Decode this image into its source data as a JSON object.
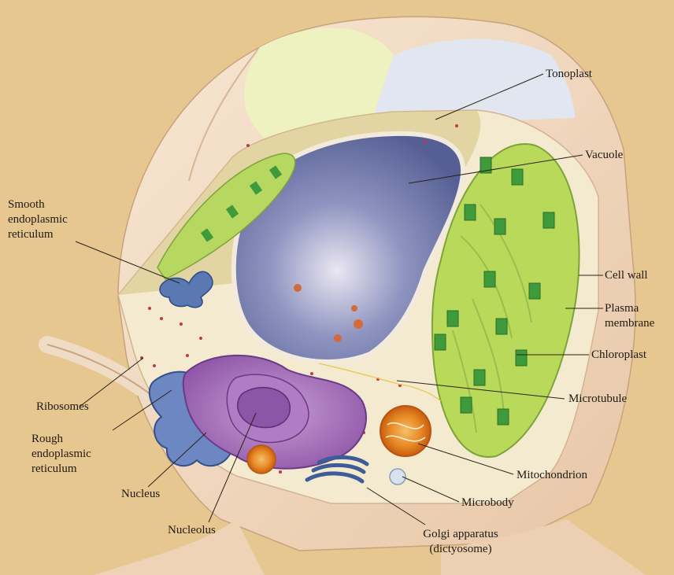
{
  "labels": {
    "tonoplast": "Tonoplast",
    "vacuole": "Vacuole",
    "smooth_er": "Smooth\nendoplasmic\nreticulum",
    "cell_wall": "Cell wall",
    "plasma_membrane": "Plasma\nmembrane",
    "chloroplast": "Chloroplast",
    "ribosomes": "Ribosomes",
    "microtubule": "Microtubule",
    "rough_er": "Rough\nendoplasmic\nreticulum",
    "mitochondrion": "Mitochondrion",
    "nucleus": "Nucleus",
    "microbody": "Microbody",
    "nucleolus": "Nucleolus",
    "golgi": "Golgi apparatus\n(dictyosome)"
  },
  "colors": {
    "background": "#e6c78f",
    "cell_wall": "#f0d8bb",
    "vacuole": "#6f79aa",
    "chloroplast": "#9cc94a",
    "nucleus": "#a067b3",
    "mitochondrion": "#e98a23",
    "er": "#5a79b2"
  }
}
